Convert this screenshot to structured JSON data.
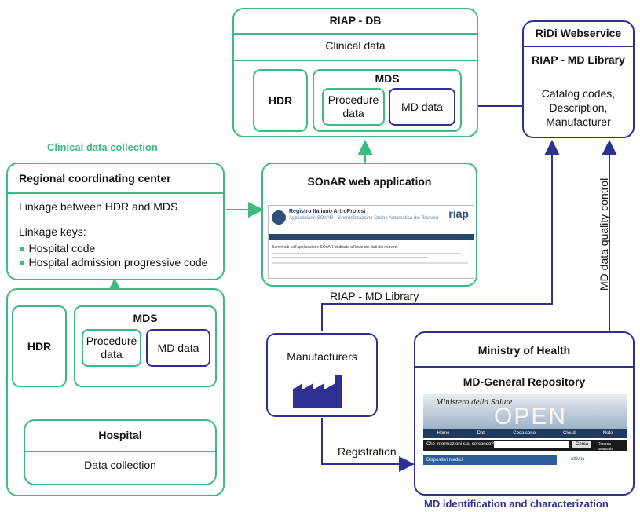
{
  "captions": {
    "clinical_collection": "Clinical data collection",
    "md_identification": "MD identification and characterization"
  },
  "riap_db": {
    "title": "RIAP - DB",
    "subtitle": "Clinical data",
    "hdr": "HDR",
    "mds": "MDS",
    "procedure": "Procedure data",
    "md_data": "MD data"
  },
  "ridi": {
    "title": "RiDi Webservice",
    "library": "RIAP - MD Library",
    "desc": "Catalog codes, Description, Manufacturer"
  },
  "regional": {
    "title": "Regional coordinating center",
    "linkage": "Linkage between HDR and MDS",
    "keys_label": "Linkage keys:",
    "keys": [
      "Hospital code",
      "Hospital admission progressive code"
    ]
  },
  "sonar": {
    "title": "SOnAR web application",
    "screen_title": "Registro Italiano ArtroProtesi",
    "screen_sub": "Applicazione SOnAR - Sincronizzazione Online Automatica dei Ricoveri",
    "screen_logo": "riap",
    "screen_welcome": "Benvenuti nell'applicazione SOnAR dedicata all'invio dei dati dei ricoveri."
  },
  "hospital_group": {
    "hdr": "HDR",
    "mds": "MDS",
    "procedure": "Procedure data",
    "md_data": "MD data",
    "hospital": "Hospital",
    "collection": "Data collection"
  },
  "manufacturers": {
    "label": "Manufacturers"
  },
  "ministry": {
    "title": "Ministry of Health",
    "repo": "MD-General Repository",
    "od_banner": "OPEN DATA",
    "od_ministry": "Ministero della Salute",
    "od_nav": [
      "Home",
      "Dati",
      "Cosa sono",
      "Cloud",
      "Note"
    ],
    "od_search_q": "Che informazioni stai cercando?",
    "od_search_btn": "Cerca",
    "od_search_adv": "Ricerca avanzata",
    "od_row": "Dispositivi medici",
    "od_row_right": "attivita"
  },
  "arrows": {
    "library_label": "RIAP - MD Library",
    "registration_label": "Registration",
    "quality_label": "MD data quality control"
  },
  "colors": {
    "green": "#3dba80",
    "blue": "#2e3192"
  }
}
